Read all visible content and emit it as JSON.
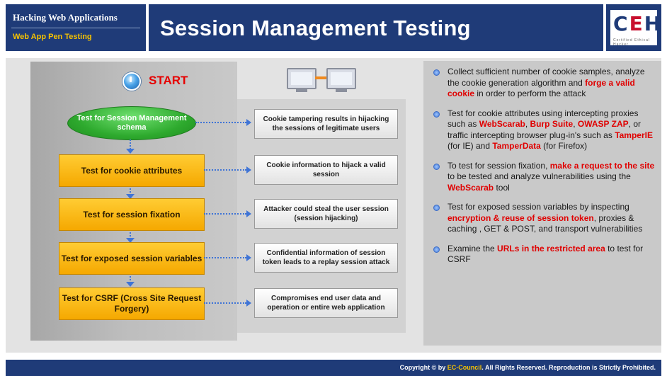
{
  "header": {
    "section_title": "Hacking Web Applications",
    "section_subtitle": "Web App Pen Testing",
    "title": "Session Management Testing",
    "logo": {
      "c": "C",
      "e": "E",
      "h": "H",
      "tagline": "Certified Ethical Hacker"
    }
  },
  "flow": {
    "start_label": "START",
    "start_icon": "power-button-icon",
    "schema_step": "Test for Session Management schema",
    "steps": [
      "Test for cookie attributes",
      "Test for session fixation",
      "Test for exposed session variables",
      "Test for CSRF (Cross Site Request Forgery)"
    ]
  },
  "network_icon": "networked-computers-icon",
  "results": [
    "Cookie tampering results in hijacking the sessions of legitimate users",
    "Cookie information to hijack a valid session",
    "Attacker could steal the user session (session hijacking)",
    "Confidential information of session token leads to a replay session attack",
    "Compromises end user data and operation or entire web application"
  ],
  "bullets": [
    [
      {
        "t": "Collect sufficient number of cookie samples, analyze the cookie generation algorithm and ",
        "h": false
      },
      {
        "t": "forge a valid cookie",
        "h": true
      },
      {
        "t": " in order to perform the attack",
        "h": false
      }
    ],
    [
      {
        "t": "Test for cookie attributes using intercepting proxies such as ",
        "h": false
      },
      {
        "t": "WebScarab",
        "h": true
      },
      {
        "t": ", ",
        "h": false
      },
      {
        "t": "Burp Suite",
        "h": true
      },
      {
        "t": ", ",
        "h": false
      },
      {
        "t": "OWASP ZAP",
        "h": true
      },
      {
        "t": ", or traffic intercepting browser plug-in's such as ",
        "h": false
      },
      {
        "t": "TamperIE",
        "h": true
      },
      {
        "t": " (for IE) and ",
        "h": false
      },
      {
        "t": "TamperData",
        "h": true
      },
      {
        "t": " (for Firefox)",
        "h": false
      }
    ],
    [
      {
        "t": "To test for session fixation, ",
        "h": false
      },
      {
        "t": "make a request to the site",
        "h": true
      },
      {
        "t": " to be tested and analyze vulnerabilities using the ",
        "h": false
      },
      {
        "t": "WebScarab",
        "h": true
      },
      {
        "t": " tool",
        "h": false
      }
    ],
    [
      {
        "t": "Test for exposed session variables by inspecting ",
        "h": false
      },
      {
        "t": "encryption & reuse of session token",
        "h": true
      },
      {
        "t": ", proxies & caching , GET & POST, and transport vulnerabilities",
        "h": false
      }
    ],
    [
      {
        "t": "Examine the ",
        "h": false
      },
      {
        "t": "URLs in the restricted area",
        "h": true
      },
      {
        "t": " to test for CSRF",
        "h": false
      }
    ]
  ],
  "footer": {
    "prefix": "Copyright © by ",
    "brand": "EC-Council",
    "suffix": ". All Rights Reserved. Reproduction is Strictly Prohibited."
  },
  "colors": {
    "header_blue": "#1f3b78",
    "highlight_red": "#e00000",
    "step_orange": "#f5a800",
    "schema_green": "#2eaa2e"
  }
}
